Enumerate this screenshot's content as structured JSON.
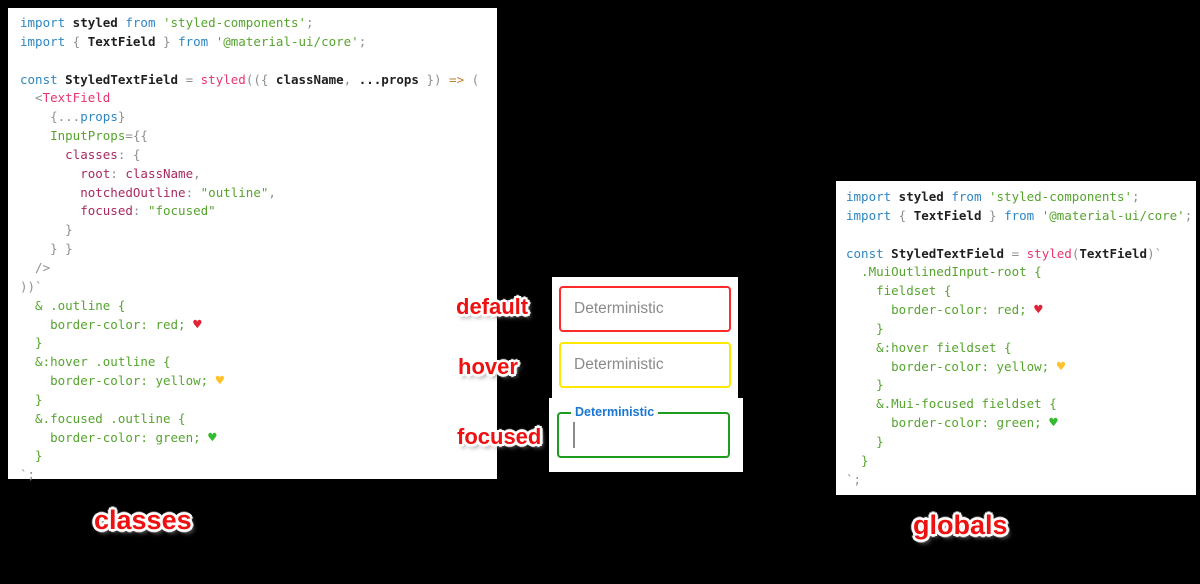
{
  "background": "#000000",
  "palette": {
    "keyword": "#2e86c1",
    "identifier": "#1f1f1f",
    "string": "#56a42e",
    "css_literal": "#56a42e",
    "jsx_component": "#e8366d",
    "object_key": "#a8295e",
    "punctuation": "#8f8f8f",
    "arrow": "#c07d2a",
    "red_heart": "#e02438",
    "yellow_heart": "#ffc229",
    "green_heart": "#35ba2f",
    "label_red": "#ee1111"
  },
  "labels": {
    "default": "default",
    "hover": "hover",
    "focused": "focused",
    "classes": "classes",
    "globals": "globals"
  },
  "icons": {
    "red_heart_glyph": "♥",
    "yellow_heart_glyph": "♥",
    "green_heart_glyph": "♥"
  },
  "fields": {
    "default_field": {
      "placeholder": "Deterministic",
      "border_color": "#ff2b2b"
    },
    "hover_field": {
      "placeholder": "Deterministic",
      "border_color": "#ffe800"
    },
    "focused_field": {
      "label": "Deterministic",
      "label_color": "#1976d2",
      "border_color": "#1e9c1e",
      "value": ""
    }
  },
  "code_left": {
    "lines": [
      [
        [
          "kw",
          "import"
        ],
        [
          "id",
          " styled"
        ],
        [
          "kw",
          " from"
        ],
        [
          "str",
          " 'styled-components'"
        ],
        [
          "pu",
          ";"
        ]
      ],
      [
        [
          "kw",
          "import"
        ],
        [
          "pu",
          " {"
        ],
        [
          "id",
          " TextField"
        ],
        [
          "pu",
          " }"
        ],
        [
          "kw",
          " from"
        ],
        [
          "str",
          " '@material-ui/core'"
        ],
        [
          "pu",
          ";"
        ]
      ],
      [],
      [
        [
          "kw",
          "const"
        ],
        [
          "id",
          " StyledTextField"
        ],
        [
          "pu",
          " ="
        ],
        [
          "pink",
          " styled"
        ],
        [
          "pu",
          "(({ "
        ],
        [
          "id",
          "className"
        ],
        [
          "pu",
          ", "
        ],
        [
          "id",
          "...props"
        ],
        [
          "pu",
          " }) "
        ],
        [
          "ar",
          "=>"
        ],
        [
          "pu",
          " ("
        ]
      ],
      [
        [
          "pu",
          "  <"
        ],
        [
          "pink",
          "TextField"
        ]
      ],
      [
        [
          "pu",
          "    {..."
        ],
        [
          "kw",
          "props"
        ],
        [
          "pu",
          "}"
        ]
      ],
      [
        [
          "css",
          "    InputProps"
        ],
        [
          "pu",
          "={{"
        ]
      ],
      [
        [
          "key",
          "      classes"
        ],
        [
          "pu",
          ": {"
        ]
      ],
      [
        [
          "key",
          "        root"
        ],
        [
          "pu",
          ": "
        ],
        [
          "key",
          "className"
        ],
        [
          "pu",
          ","
        ]
      ],
      [
        [
          "key",
          "        notchedOutline"
        ],
        [
          "pu",
          ": "
        ],
        [
          "str",
          "\"outline\""
        ],
        [
          "pu",
          ","
        ]
      ],
      [
        [
          "key",
          "        focused"
        ],
        [
          "pu",
          ": "
        ],
        [
          "str",
          "\"focused\""
        ]
      ],
      [
        [
          "pu",
          "      }"
        ]
      ],
      [
        [
          "pu",
          "    } }"
        ]
      ],
      [
        [
          "pu",
          "  />"
        ]
      ],
      [
        [
          "pu",
          "))`"
        ]
      ],
      [
        [
          "css",
          "  & .outline {"
        ]
      ],
      [
        [
          "css",
          "    border-color: red; "
        ],
        [
          "hr",
          "♥"
        ]
      ],
      [
        [
          "css",
          "  }"
        ]
      ],
      [
        [
          "css",
          "  &:hover .outline {"
        ]
      ],
      [
        [
          "css",
          "    border-color: yellow; "
        ],
        [
          "hy",
          "♥"
        ]
      ],
      [
        [
          "css",
          "  }"
        ]
      ],
      [
        [
          "css",
          "  &.focused .outline {"
        ]
      ],
      [
        [
          "css",
          "    border-color: green; "
        ],
        [
          "hg",
          "♥"
        ]
      ],
      [
        [
          "css",
          "  }"
        ]
      ],
      [
        [
          "pu",
          "`;"
        ]
      ]
    ]
  },
  "code_right": {
    "lines": [
      [
        [
          "kw",
          "import"
        ],
        [
          "id",
          " styled"
        ],
        [
          "kw",
          " from"
        ],
        [
          "str",
          " 'styled-components'"
        ],
        [
          "pu",
          ";"
        ]
      ],
      [
        [
          "kw",
          "import"
        ],
        [
          "pu",
          " {"
        ],
        [
          "id",
          " TextField"
        ],
        [
          "pu",
          " }"
        ],
        [
          "kw",
          " from"
        ],
        [
          "str",
          " '@material-ui/core'"
        ],
        [
          "pu",
          ";"
        ]
      ],
      [],
      [
        [
          "kw",
          "const"
        ],
        [
          "id",
          " StyledTextField"
        ],
        [
          "pu",
          " ="
        ],
        [
          "pink",
          " styled"
        ],
        [
          "pu",
          "("
        ],
        [
          "id",
          "TextField"
        ],
        [
          "pu",
          ")`"
        ]
      ],
      [
        [
          "css",
          "  .MuiOutlinedInput-root {"
        ]
      ],
      [
        [
          "css",
          "    fieldset {"
        ]
      ],
      [
        [
          "css",
          "      border-color: red; "
        ],
        [
          "hr",
          "♥"
        ]
      ],
      [
        [
          "css",
          "    }"
        ]
      ],
      [
        [
          "css",
          "    &:hover fieldset {"
        ]
      ],
      [
        [
          "css",
          "      border-color: yellow; "
        ],
        [
          "hy",
          "♥"
        ]
      ],
      [
        [
          "css",
          "    }"
        ]
      ],
      [
        [
          "css",
          "    &.Mui-focused fieldset {"
        ]
      ],
      [
        [
          "css",
          "      border-color: green; "
        ],
        [
          "hg",
          "♥"
        ]
      ],
      [
        [
          "css",
          "    }"
        ]
      ],
      [
        [
          "css",
          "  }"
        ]
      ],
      [
        [
          "pu",
          "`;"
        ]
      ]
    ]
  }
}
